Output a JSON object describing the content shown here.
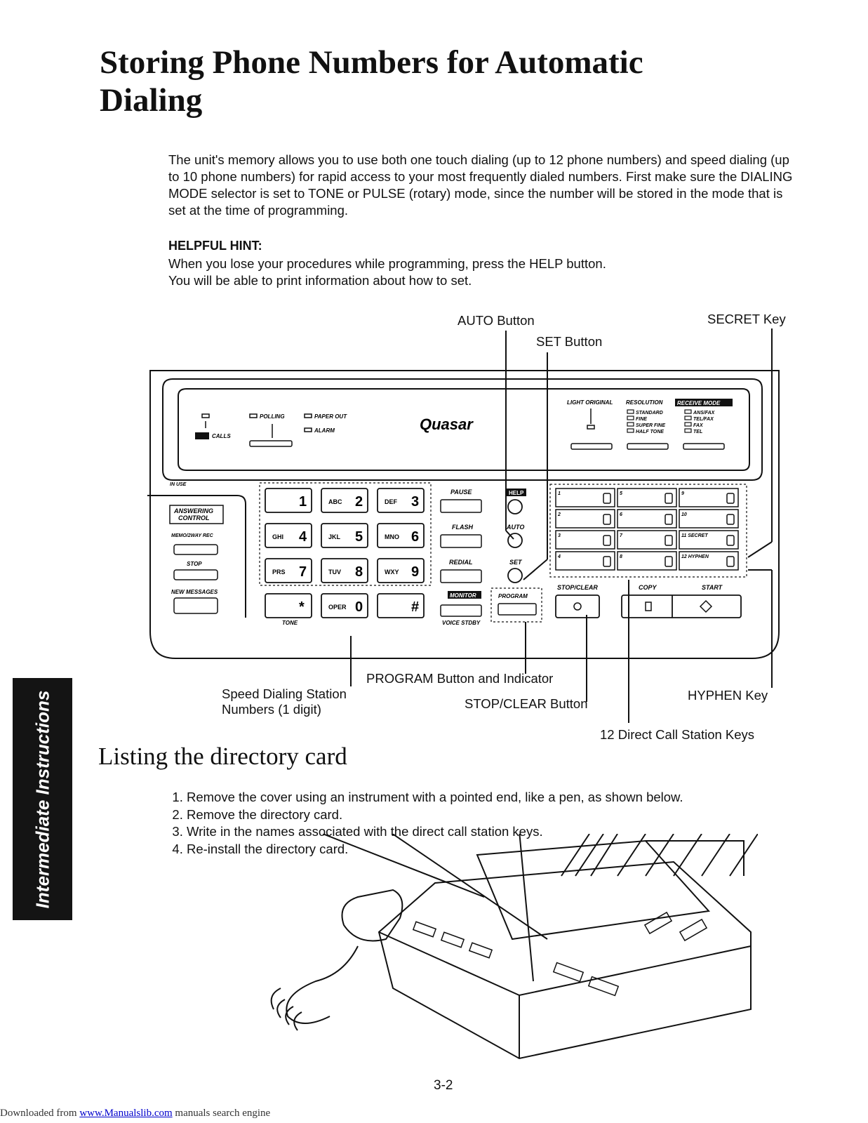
{
  "page": {
    "title": "Storing Phone Numbers for Automatic Dialing",
    "intro_paragraph": "The unit's memory allows you to use both one touch dialing (up to 12 phone numbers) and speed dialing (up to 10 phone numbers) for rapid access to your most frequently dialed numbers. First make sure the DIALING MODE selector is set to TONE or PULSE (rotary) mode, since the number will be stored in the mode that is set at the time of programming.",
    "hint_heading": "HELPFUL HINT:",
    "hint_text_1": "When you lose your procedures while programming, press the HELP button.",
    "hint_text_2": "You will be able to print information about how to set.",
    "section_heading": "Listing the directory card",
    "steps": [
      "Remove the cover using an instrument with a pointed end, like a pen, as shown below.",
      "Remove the directory card.",
      "Write in the names associated with the direct call station keys.",
      "Re-install the directory card."
    ],
    "side_tab": "Intermediate Instructions",
    "page_number": "3-2",
    "footer_prefix": "Downloaded from ",
    "footer_link": "www.Manualslib.com",
    "footer_suffix": " manuals search engine"
  },
  "callouts": {
    "auto_button": "AUTO Button",
    "set_button": "SET Button",
    "secret_key": "SECRET Key",
    "program_button": "PROGRAM Button and Indicator",
    "speed_dial_1": "Speed Dialing Station",
    "speed_dial_2": "Numbers (1 digit)",
    "stop_clear": "STOP/CLEAR Button",
    "hyphen_key": "HYPHEN Key",
    "direct_keys": "12 Direct Call Station Keys"
  },
  "panel": {
    "brand": "Quasar",
    "calls": "CALLS",
    "polling": "POLLING",
    "paper_out": "PAPER OUT",
    "alarm": "ALARM",
    "light_original": "LIGHT ORIGINAL",
    "resolution": "RESOLUTION",
    "resolution_options": [
      "STANDARD",
      "FINE",
      "SUPER FINE",
      "HALF TONE"
    ],
    "receive_mode": "RECEIVE MODE",
    "receive_options": [
      "ANS/FAX",
      "TEL/FAX",
      "FAX",
      "TEL"
    ],
    "in_use": "IN USE",
    "answering_control": [
      "ANSWERING",
      "CONTROL"
    ],
    "memo": "MEMO/2WAY REC",
    "stop": "STOP",
    "new_messages": "NEW MESSAGES",
    "keypad": [
      {
        "letters": "",
        "digit": "1"
      },
      {
        "letters": "ABC",
        "digit": "2"
      },
      {
        "letters": "DEF",
        "digit": "3"
      },
      {
        "letters": "GHI",
        "digit": "4"
      },
      {
        "letters": "JKL",
        "digit": "5"
      },
      {
        "letters": "MNO",
        "digit": "6"
      },
      {
        "letters": "PRS",
        "digit": "7"
      },
      {
        "letters": "TUV",
        "digit": "8"
      },
      {
        "letters": "WXY",
        "digit": "9"
      },
      {
        "letters": "",
        "digit": "*"
      },
      {
        "letters": "OPER",
        "digit": "0"
      },
      {
        "letters": "",
        "digit": "#"
      }
    ],
    "tone": "TONE",
    "pause": "PAUSE",
    "flash": "FLASH",
    "redial": "REDIAL",
    "help": "HELP",
    "auto": "AUTO",
    "set": "SET",
    "monitor": "MONITOR",
    "voice_stdby": "VOICE STDBY",
    "program": "PROGRAM",
    "stop_clear": "STOP/CLEAR",
    "copy": "COPY",
    "start": "START",
    "station_keys": [
      "1",
      "5",
      "9",
      "2",
      "6",
      "10",
      "3",
      "7",
      "11 SECRET",
      "4",
      "8",
      "12 HYPHEN"
    ]
  }
}
